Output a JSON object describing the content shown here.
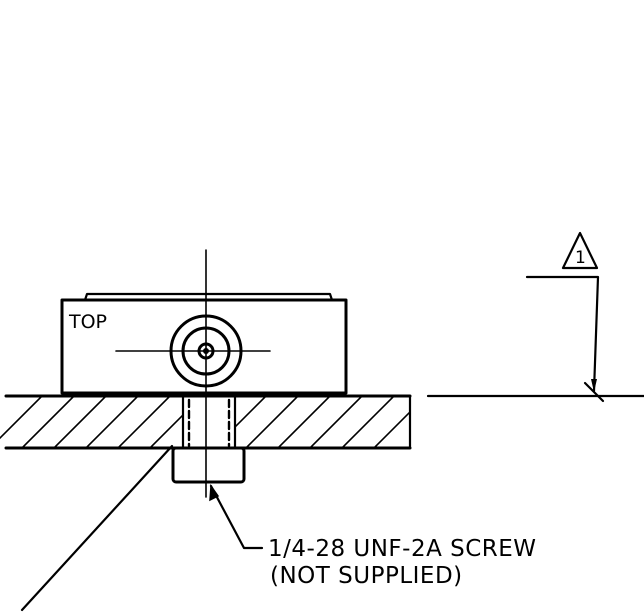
{
  "labels": {
    "top_face": "TOP",
    "revision_marker": "1",
    "screw_spec": "1/4-28 UNF-2A SCREW",
    "screw_note": "(NOT SUPPLIED)"
  },
  "colors": {
    "ink": "#000000",
    "paper": "#ffffff"
  }
}
